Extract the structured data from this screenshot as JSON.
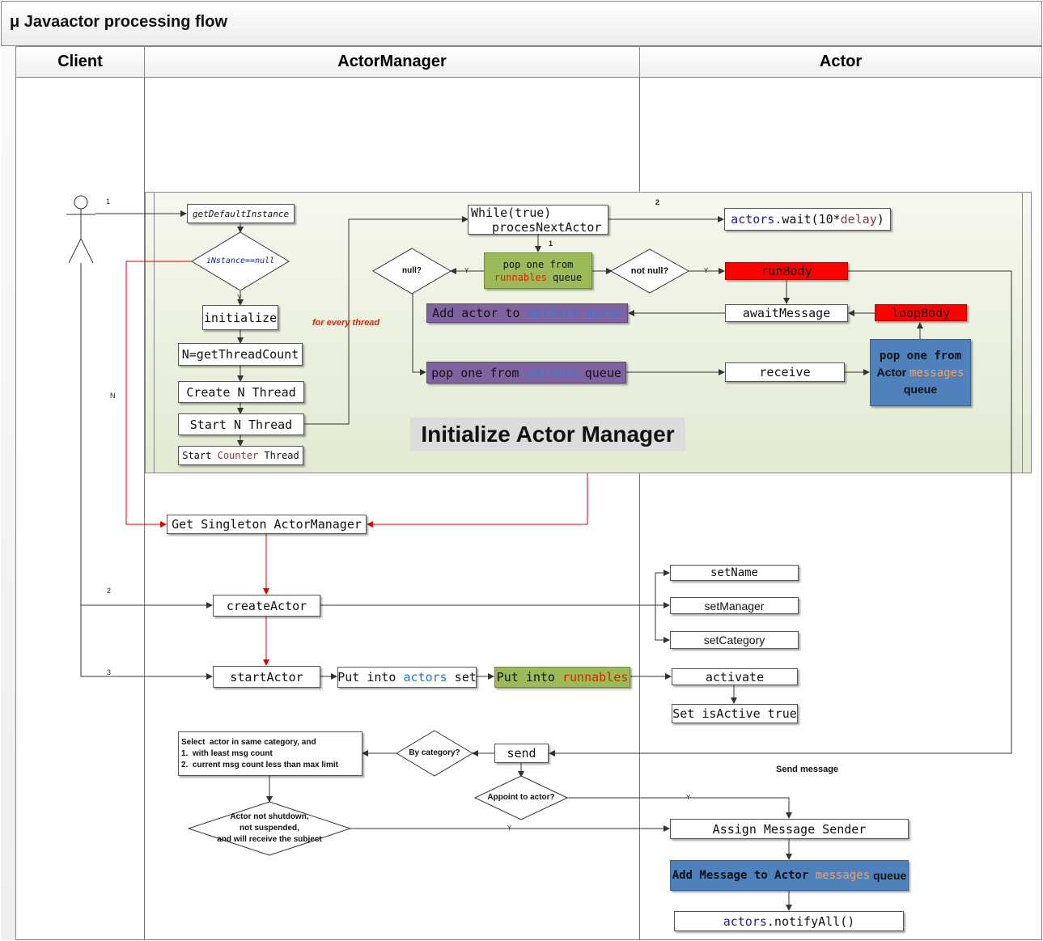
{
  "title": "μ Javaactor processing flow",
  "lanes": {
    "client": "Client",
    "manager": "ActorManager",
    "actor": "Actor"
  },
  "init_region_title": "Initialize Actor Manager",
  "for_every_thread": "for every thread",
  "nodes": {
    "get_default_instance": "getDefaultInstance",
    "instance_null": "iNstance==null",
    "initialize": "initialize",
    "n_get_thread_count": "N=getThreadCount",
    "create_n_thread": "Create N Thread",
    "start_n_thread": "Start N Thread",
    "start_counter_thread": [
      "Start ",
      "Counter",
      " Thread"
    ],
    "while_true": "While(true)",
    "proces_next_actor": "procesNextActor",
    "actors_wait": [
      "actors",
      ".wait(10*",
      "delay",
      ")"
    ],
    "pop_runnables": [
      "pop one from",
      "runnables",
      " queue"
    ],
    "null_q": "null?",
    "not_null_q": "not null?",
    "run_body": "runBody",
    "add_actor_waiters": [
      "Add actor to ",
      "waiters",
      " queue"
    ],
    "await_message": "awaitMessage",
    "loop_body": "loopBody",
    "pop_waiters": [
      "pop one from ",
      "waiters",
      " queue"
    ],
    "receive": "receive",
    "pop_messages": [
      "pop one from",
      "Actor ",
      "messages",
      "queue"
    ],
    "get_singleton": "Get Singleton ActorManager",
    "create_actor": "createActor",
    "start_actor": "startActor",
    "put_actors": [
      "Put into ",
      "actors",
      " set"
    ],
    "put_runnables": [
      "Put into ",
      "runnables"
    ],
    "set_name": "setName",
    "set_manager": "setManager",
    "set_category": "setCategory",
    "activate": "activate",
    "set_is_active": "Set isActive true",
    "select_actor": [
      "Select  actor in same category, and",
      "1.  with least msg count",
      "2.  current msg count less than max limit"
    ],
    "by_category": "By category?",
    "send": "send",
    "send_message_label": "Send message",
    "appoint_actor": "Appoint to actor?",
    "actor_not_shutdown": [
      "Actor not shutdown,",
      "not suspended,",
      "and will receive the subject"
    ],
    "assign_sender": "Assign Message Sender",
    "add_message_queue": [
      "Add Message to Actor ",
      "messages",
      " queue"
    ],
    "actors_notify": [
      "actors",
      ".notifyAll()"
    ]
  },
  "edge_labels": {
    "one_a": "1",
    "two_a": "2",
    "one_b": "1",
    "two_b": "2",
    "three": "3",
    "n": "N",
    "y1": "Y",
    "y2": "Y",
    "y3": "Y",
    "y4": "Y",
    "y5": "Y"
  },
  "colors": {
    "green_box": "#9bbb59",
    "purple_box": "#8064a2",
    "red_box": "#ff0000",
    "blue_box": "#4f81bd",
    "init_region": "#ebf1de",
    "red_arrow": "#e00000"
  }
}
